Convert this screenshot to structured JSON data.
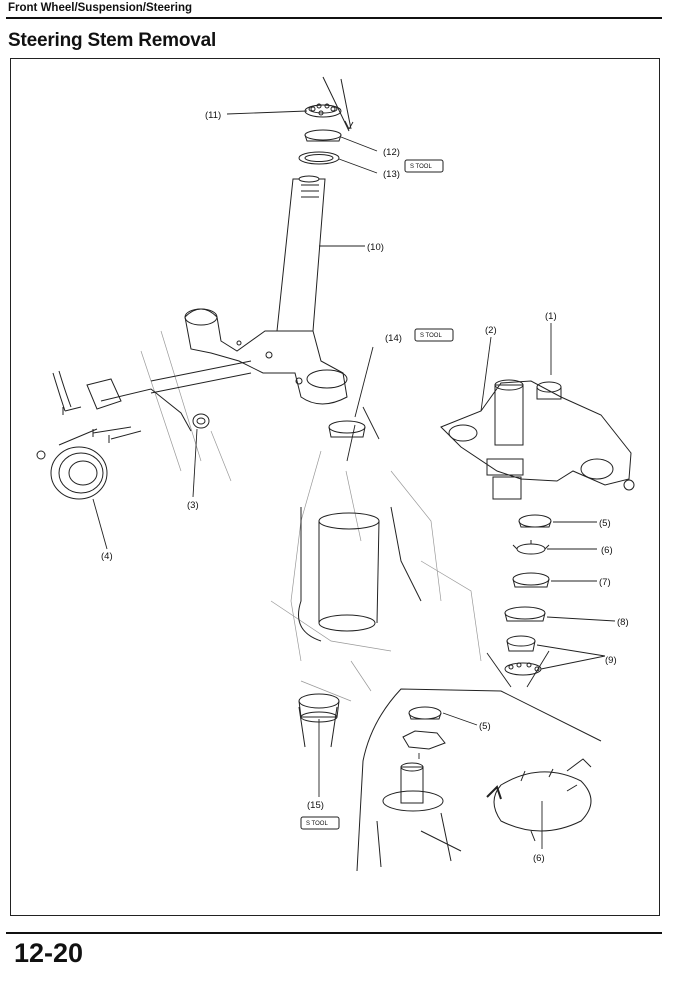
{
  "header": {
    "section": "Front Wheel/Suspension/Steering",
    "title": "Steering Stem Removal"
  },
  "diagram": {
    "callouts": [
      "(1)",
      "(2)",
      "(3)",
      "(4)",
      "(5)",
      "(6)",
      "(7)",
      "(8)",
      "(9)",
      "(10)",
      "(11)",
      "(12)",
      "(13)",
      "(14)",
      "(15)",
      "(5)",
      "(6)"
    ],
    "tool_badge": "S TOOL"
  },
  "footer": {
    "page_number": "12-20"
  }
}
